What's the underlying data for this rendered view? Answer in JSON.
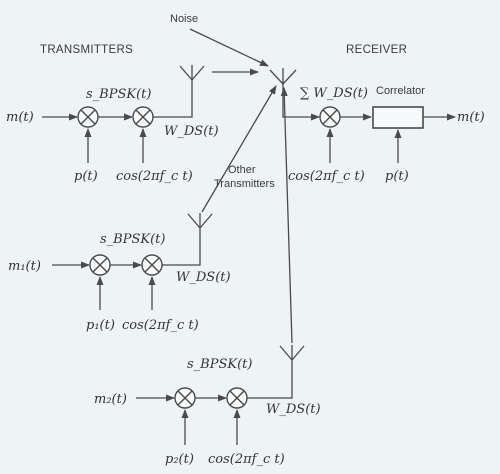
{
  "headers": {
    "transmitters": "TRANSMITTERS",
    "receiver": "RECEIVER"
  },
  "labels": {
    "noise": "Noise",
    "other_transmitters_line1": "Other",
    "other_transmitters_line2": "Transmitters",
    "correlator": "Correlator"
  },
  "transmitter1": {
    "input": "m(t)",
    "bpsk": "s_BPSK(t)",
    "spread": "p(t)",
    "carrier": "cos(2πf_c t)",
    "output": "W_DS(t)"
  },
  "transmitter2": {
    "input": "m₁(t)",
    "bpsk": "s_BPSK(t)",
    "spread": "p₁(t)",
    "carrier": "cos(2πf_c t)",
    "output": "W_DS(t)"
  },
  "transmitter3": {
    "input": "m₂(t)",
    "bpsk": "s_BPSK(t)",
    "spread": "p₂(t)",
    "carrier": "cos(2πf_c t)",
    "output": "W_DS(t)"
  },
  "receiver": {
    "sum": "∑ W_DS(t)",
    "carrier": "cos(2πf_c t)",
    "spread": "p(t)",
    "output": "m(t)"
  }
}
